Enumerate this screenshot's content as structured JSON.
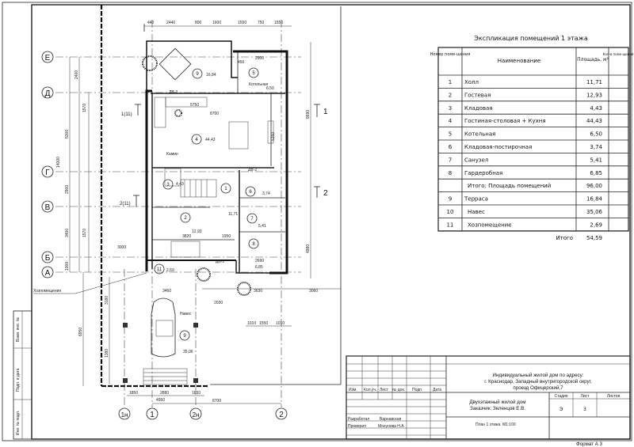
{
  "sheet": {
    "format": "Формат А 3",
    "stamp_side": [
      "Взам. инв. №",
      "Подп. и дата",
      "Инв. № подл."
    ]
  },
  "plan": {
    "axes_rows": [
      "Е",
      "Д",
      "Г",
      "В",
      "Б",
      "А"
    ],
    "axes_cols": [
      "1н",
      "1",
      "2н",
      "2"
    ],
    "section_marks": [
      "1(11)",
      "2(11)",
      "1",
      "2"
    ],
    "rooms": [
      {
        "num": "9",
        "area": "16,84"
      },
      {
        "num": "5",
        "name": "Котельная",
        "area": "6,50"
      },
      {
        "num": "4",
        "area": "44,43"
      },
      {
        "num": "3",
        "area": "4,43"
      },
      {
        "num": "1",
        "area": "11,71"
      },
      {
        "num": "2",
        "area": "12,93"
      },
      {
        "num": "6",
        "area": "3,74"
      },
      {
        "num": "7",
        "area": "5,41"
      },
      {
        "num": "8",
        "area": "6,85"
      },
      {
        "num": "11",
        "area": "2,69"
      },
      {
        "num": "9",
        "name": "Навес",
        "area": "35,06"
      }
    ],
    "labels": {
      "fireplace": "Камин",
      "utility": "Хозпомещения"
    },
    "dims_top": [
      "440",
      "2440",
      "800",
      "1600",
      "1550",
      "750",
      "1550"
    ],
    "dims_left": [
      "2400",
      "1570",
      "5300",
      "14000",
      "2900",
      "3400",
      "1570",
      "1000",
      "3180",
      "6950",
      "1380"
    ],
    "dims_misc": [
      "2900",
      "450",
      "5750",
      "8700",
      "5150",
      "3820",
      "1950",
      "3000",
      "2690",
      "3460",
      "3630",
      "3060",
      "2030",
      "1010",
      "1550",
      "1010",
      "4980",
      "8690",
      "1850",
      "2880",
      "1850",
      "4950",
      "8700",
      "ДВ-2",
      "ДВ-1",
      "ДВ-2"
    ]
  },
  "explication": {
    "title": "Экспликация помещений 1 этажа",
    "headers": [
      "Номер поме-щения",
      "Наименование",
      "Площадь, м²",
      "Кол-в поме-щения"
    ],
    "rows": [
      {
        "num": "1",
        "name": "Холл",
        "area": "11,71"
      },
      {
        "num": "2",
        "name": "Гостевая",
        "area": "12,93"
      },
      {
        "num": "3",
        "name": "Кладовая",
        "area": "4,43"
      },
      {
        "num": "4",
        "name": "Гостиная-столовая + Кухня",
        "area": "44,43"
      },
      {
        "num": "5",
        "name": "Котельная",
        "area": "6,50"
      },
      {
        "num": "6",
        "name": "Кладовая-постирочная",
        "area": "3,74"
      },
      {
        "num": "7",
        "name": "Санузел",
        "area": "5,41"
      },
      {
        "num": "8",
        "name": "Гардеробная",
        "area": "6,85"
      },
      {
        "num": "",
        "name": "Итого: Площадь помещений",
        "area": "96,00"
      },
      {
        "num": "9",
        "name": "Терраса",
        "area": "16,84"
      },
      {
        "num": "10",
        "name": "Навес",
        "area": "35,06"
      },
      {
        "num": "11",
        "name": "Хозпомещение",
        "area": "2,69"
      }
    ],
    "total_label": "Итого",
    "total_value": "54,59"
  },
  "title_block": {
    "cols": [
      "Изм.",
      "Кол.уч.",
      "Лист",
      "№ док.",
      "Подп.",
      "Дата"
    ],
    "address": [
      "Индивидуальный жилой дом по адресу:",
      "г. Краснодар, Западный внутригородской округ,",
      "проезд Офицерский,7"
    ],
    "project": [
      "Двухэтажный жилой дом",
      "Заказчик: Зеленцов Е.В."
    ],
    "stage_header": "Стадия",
    "sheet_header": "Лист",
    "sheets_header": "Листов",
    "stage": "Э",
    "sheet": "3",
    "developed_label": "Разработал",
    "developed_name": "Варнавская",
    "checked_label": "Проверил",
    "checked_name": "Мохунова Н.А",
    "drawing_name": "План 1 этажа. М1:100"
  }
}
